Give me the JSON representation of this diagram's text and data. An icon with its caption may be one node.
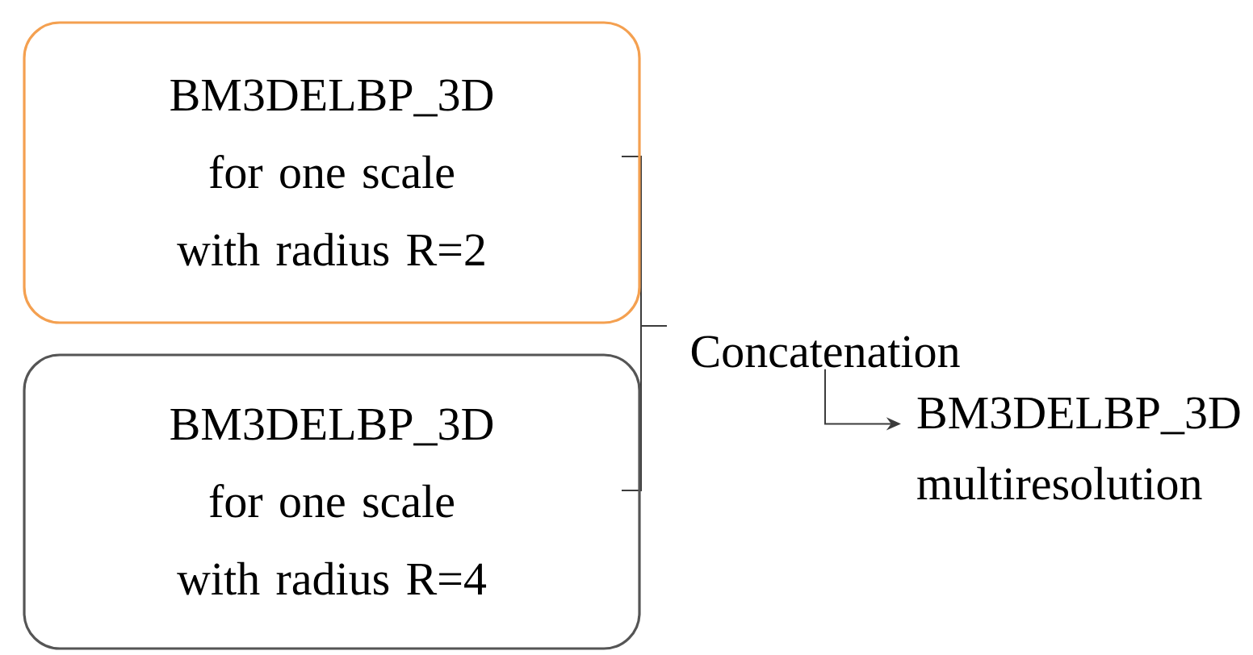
{
  "diagram": {
    "nodes": [
      {
        "text": [
          "BM3DELBP_3D for one scale with radius R=2"
        ]
      },
      {
        "text": [
          "BM3DELBP_3D for one scale with radius R=4"
        ]
      },
      {
        "text": [
          "Concatenation"
        ]
      },
      {
        "text": [
          "BM3DELBP_3D multiresolution"
        ]
      }
    ],
    "edges": [
      {
        "from": 2,
        "to": 3,
        "arrow": "to"
      }
    ]
  }
}
